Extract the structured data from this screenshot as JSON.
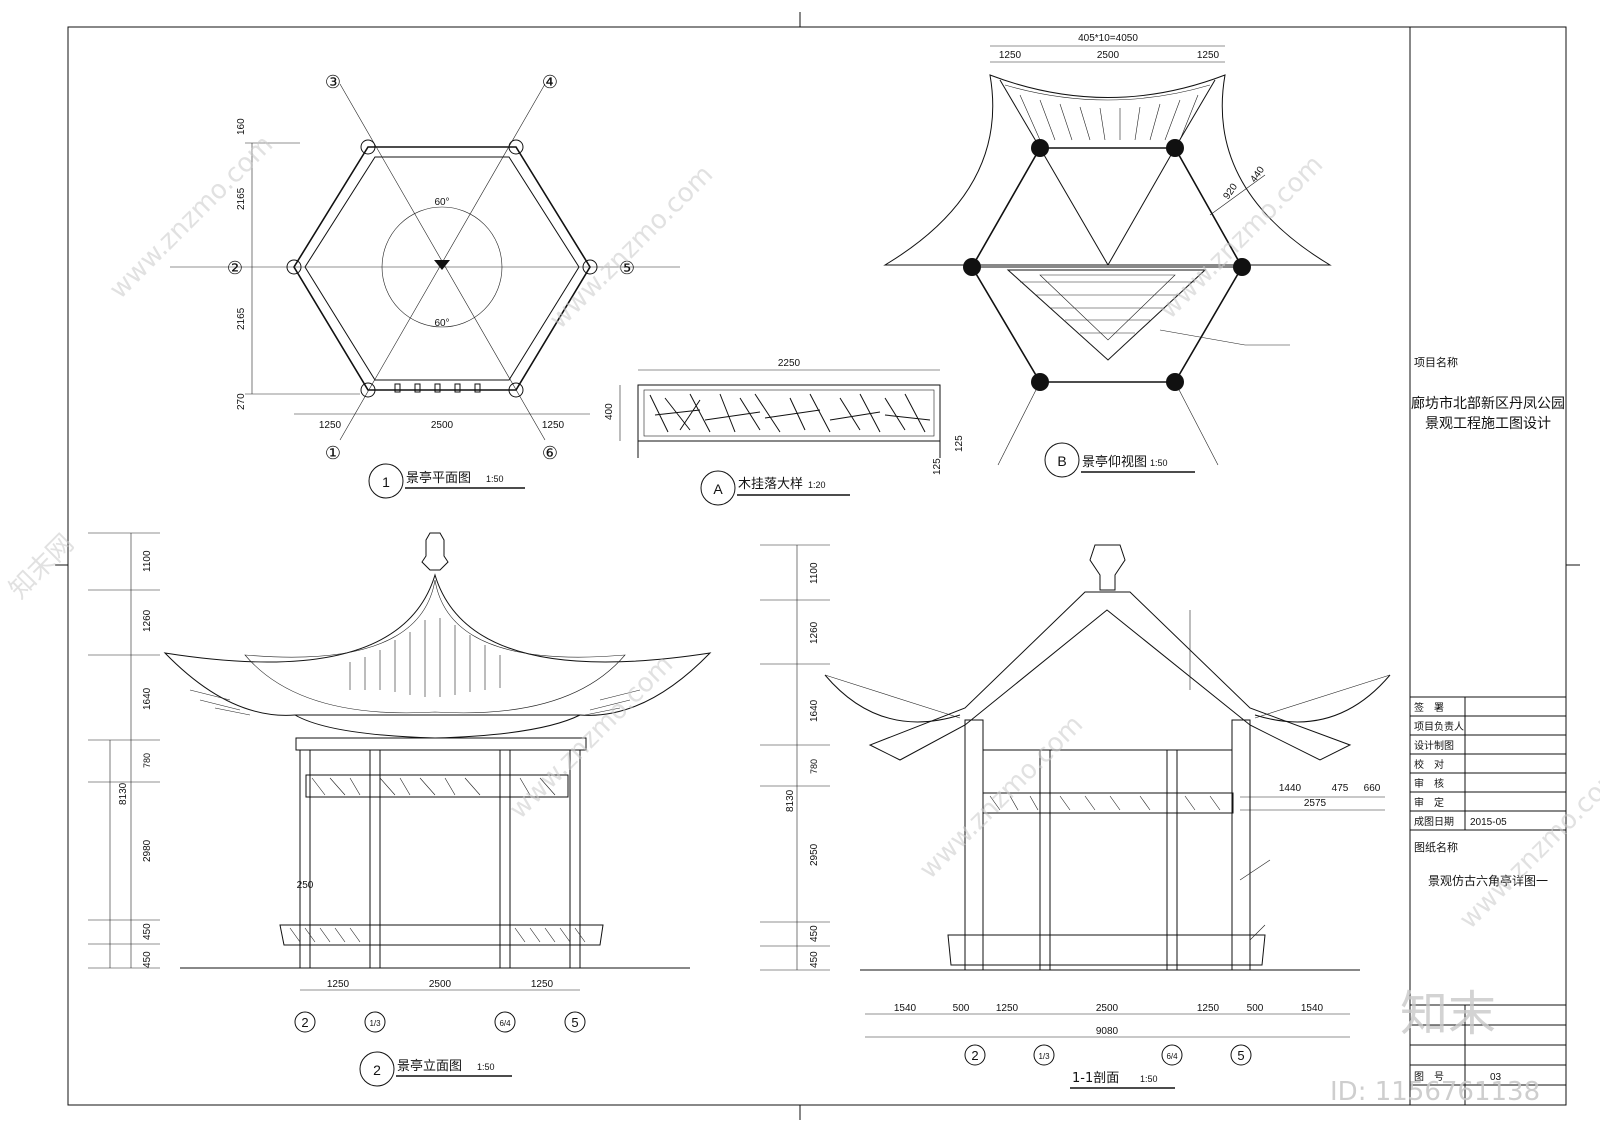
{
  "title_block": {
    "project_label": "项目名称",
    "project_name_1": "廊坊市北部新区丹凤公园",
    "project_name_2": "景观工程施工图设计",
    "rows": [
      {
        "label": "签　署",
        "value": ""
      },
      {
        "label": "项目负责人",
        "value": ""
      },
      {
        "label": "设计制图",
        "value": ""
      },
      {
        "label": "校　对",
        "value": ""
      },
      {
        "label": "审　核",
        "value": ""
      },
      {
        "label": "审　定",
        "value": ""
      },
      {
        "label": "成图日期",
        "value": "2015-05"
      }
    ],
    "drawing_label": "图纸名称",
    "drawing_name": "景观仿古六角亭详图一",
    "sheet_no_label": "图　号",
    "sheet_no": "03"
  },
  "views": {
    "plan": {
      "num": "1",
      "title": "景亭平面图",
      "scale": "1:50"
    },
    "hanging": {
      "num": "A",
      "title": "木挂落大样",
      "scale": "1:20"
    },
    "ceiling": {
      "num": "B",
      "title": "景亭仰视图",
      "scale": "1:50"
    },
    "elevation": {
      "num": "2",
      "title": "景亭立面图",
      "scale": "1:50"
    },
    "section": {
      "title": "1-1剖面",
      "scale": "1:50"
    }
  },
  "plan_dims": {
    "top": "160",
    "upper": "2165",
    "lower": "2165",
    "bottom": "270",
    "w1": "1250",
    "w2": "2500",
    "w3": "1250",
    "angle": "60°",
    "axes": [
      "①",
      "②",
      "③",
      "④",
      "⑤",
      "⑥"
    ]
  },
  "hanging_dims": {
    "width": "2250",
    "height": "400",
    "h1": "125",
    "h2": "125"
  },
  "ceiling_dims": {
    "total": "405*10=4050",
    "w1": "1250",
    "w2": "2500",
    "w3": "1250",
    "d1": "920",
    "d2": "440"
  },
  "elevation_dims": {
    "heights": [
      "1100",
      "1260",
      "1640",
      "780",
      "2980",
      "450",
      "450"
    ],
    "total": "8130",
    "w1": "1250",
    "w2": "2500",
    "w3": "1250",
    "col": "250",
    "axes": [
      "2",
      "1/3",
      "6/4",
      "5"
    ]
  },
  "section_dims": {
    "heights": [
      "1100",
      "1260",
      "1640",
      "780",
      "2950",
      "450",
      "450"
    ],
    "total": "8130",
    "bottom": [
      "1540",
      "500",
      "1250",
      "2500",
      "1250",
      "500",
      "1540"
    ],
    "overall": "9080",
    "eave": [
      "1440",
      "475",
      "660"
    ],
    "eave_total": "2575",
    "axes": [
      "2",
      "1/3",
      "6/4",
      "5"
    ]
  },
  "watermark": {
    "site": "www.znzmo.com",
    "brand": "知末网",
    "logo": "知末",
    "id": "ID: 1156761138"
  }
}
